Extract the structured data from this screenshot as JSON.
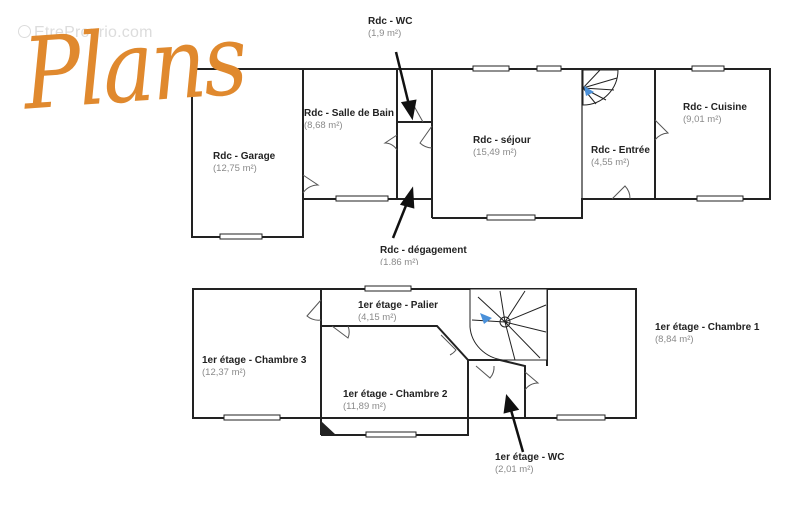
{
  "watermark": "EtreProprio.com",
  "title": "Plans",
  "rooms": [
    {
      "name": "Rdc - WC",
      "area": "(1,9 m²)"
    },
    {
      "name": "Rdc - Salle de Bain",
      "area": "(8,68 m²)"
    },
    {
      "name": "Rdc - Garage",
      "area": "(12,75 m²)"
    },
    {
      "name": "Rdc - séjour",
      "area": "(15,49 m²)"
    },
    {
      "name": "Rdc - Entrée",
      "area": "(4,55 m²)"
    },
    {
      "name": "Rdc - Cuisine",
      "area": "(9,01 m²)"
    },
    {
      "name": "Rdc - dégagement",
      "area": "(1,86 m²)"
    },
    {
      "name": "1er étage - Palier",
      "area": "(4,15 m²)"
    },
    {
      "name": "1er étage - Chambre 1",
      "area": "(8,84 m²)"
    },
    {
      "name": "1er étage - Chambre 3",
      "area": "(12,37 m²)"
    },
    {
      "name": "1er étage - Chambre 2",
      "area": "(11,89 m²)"
    },
    {
      "name": "1er étage - WC",
      "area": "(2,01 m²)"
    }
  ],
  "colors": {
    "title": "#e0892e",
    "wall": "#222222",
    "stair_arrow": "#4a90d9"
  }
}
